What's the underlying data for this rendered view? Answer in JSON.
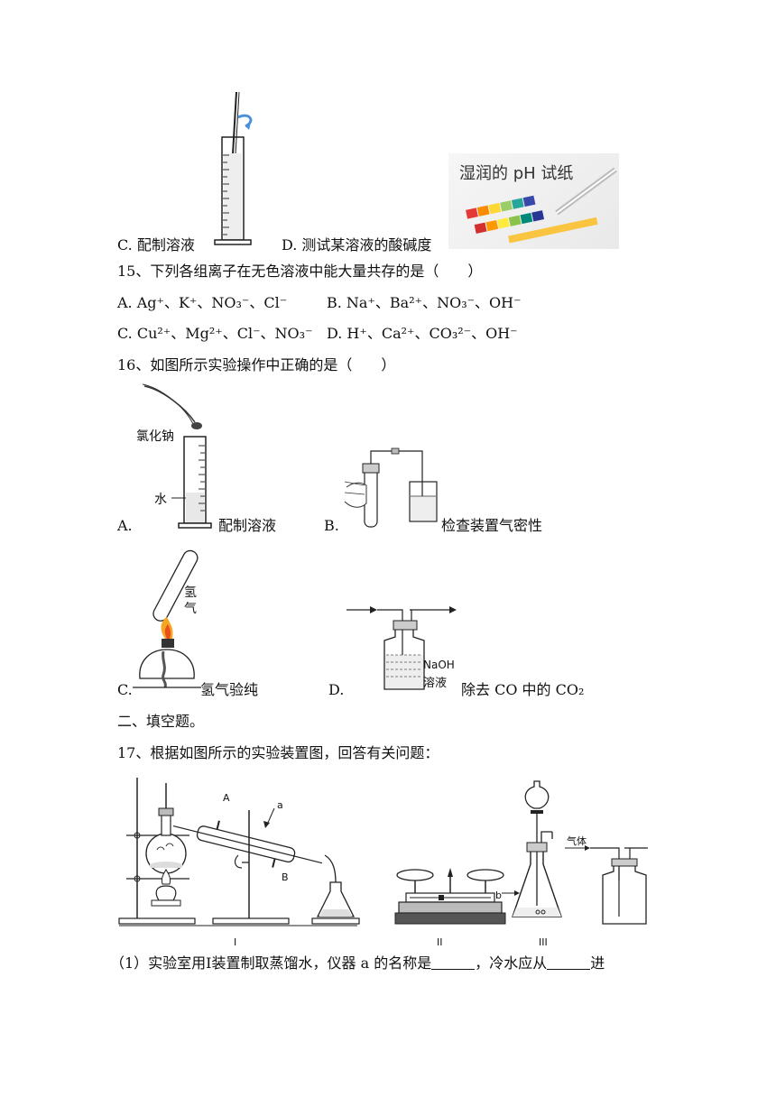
{
  "q14_tail": {
    "c_text": "C. 配制溶液",
    "d_text": "D. 测试某溶液的酸碱度",
    "ph_image_label": "湿润的 pH 试纸"
  },
  "q15": {
    "stem": "15、下列各组离子在无色溶液中能大量共存的是（　　）",
    "options": [
      {
        "id": "A",
        "text": "A. Ag⁺、K⁺、NO₃⁻、Cl⁻"
      },
      {
        "id": "B",
        "text": "B. Na⁺、Ba²⁺、NO₃⁻、OH⁻"
      },
      {
        "id": "C",
        "text": "C. Cu²⁺、Mg²⁺、Cl⁻、NO₃⁻"
      },
      {
        "id": "D",
        "text": "D. H⁺、Ca²⁺、CO₃²⁻、OH⁻"
      }
    ]
  },
  "q16": {
    "stem": "16、如图所示实验操作中正确的是（　　）",
    "a_letter": "A.",
    "a_caption": "配制溶液",
    "a_label_nacl": "氯化钠",
    "a_label_water": "水",
    "b_letter": "B.",
    "b_caption": "检查装置气密性",
    "c_letter": "C.",
    "c_caption": "氢气验纯",
    "c_label_h1": "氢",
    "c_label_h2": "气",
    "d_letter": "D.",
    "d_caption": "除去 CO 中的 CO₂",
    "d_label1": "NaOH",
    "d_label2": "溶液"
  },
  "section2": "二、填空题。",
  "q17": {
    "stem": "17、根据如图所示的实验装置图，回答有关问题：",
    "fig_I": "I",
    "fig_II": "II",
    "fig_III": "III",
    "label_A": "A",
    "label_B": "B",
    "label_a": "a",
    "label_b": "b",
    "label_gas": "气体",
    "sub1_part1": "（1）实验室用Ⅰ装置制取蒸馏水，仪器 a 的名称是",
    "sub1_part2": "，冷水应从",
    "sub1_part3": "进"
  }
}
